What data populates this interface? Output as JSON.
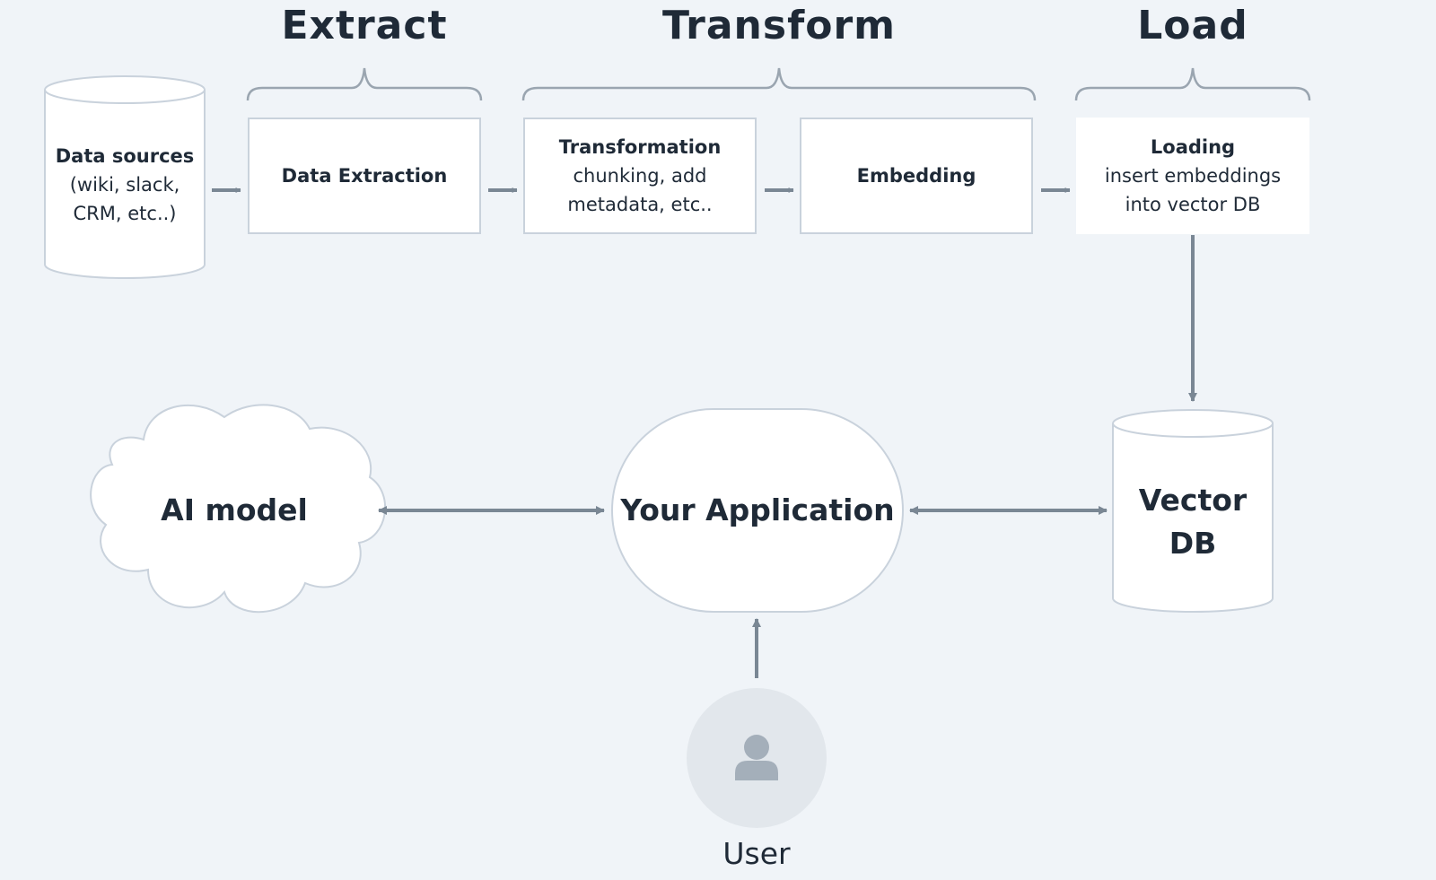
{
  "stages": {
    "extract": "Extract",
    "transform": "Transform",
    "load": "Load"
  },
  "data_sources": {
    "title": "Data sources",
    "detail_line1": "(wiki, slack,",
    "detail_line2": "CRM, etc..)"
  },
  "extraction": {
    "title": "Data Extraction"
  },
  "transformation": {
    "title": "Transformation",
    "desc": "chunking, add\nmetadata, etc.."
  },
  "embedding": {
    "title": "Embedding"
  },
  "loading": {
    "title": "Loading",
    "desc": "insert embeddings\ninto vector DB"
  },
  "ai_model": {
    "label": "AI model"
  },
  "application": {
    "label": "Your Application"
  },
  "vector_db": {
    "line1": "Vector",
    "line2": "DB"
  },
  "user": {
    "label": "User",
    "icon": "user-icon"
  },
  "colors": {
    "background": "#f0f4f8",
    "box_fill": "#ffffff",
    "box_border": "#c9d2dc",
    "connector": "#7a8794",
    "text": "#1f2a37",
    "user_circle": "#e2e7ec",
    "user_icon": "#a4afba"
  }
}
